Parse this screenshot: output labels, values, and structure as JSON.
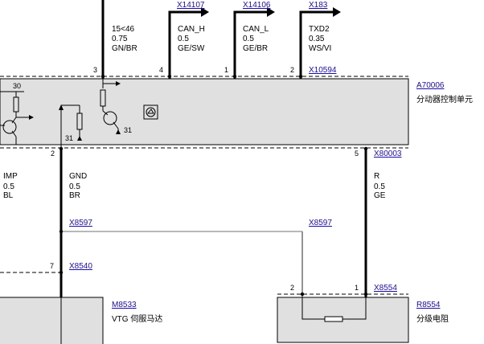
{
  "colors": {
    "module_fill": "#e0e0e0",
    "line": "#000000",
    "link": "#1a0dab",
    "thin": "#707070"
  },
  "top_connectors": {
    "c1": "X14107",
    "c2": "X14106",
    "c3": "X183",
    "module_conn": "X10594"
  },
  "wires_top": {
    "w1": {
      "signal": "15<46",
      "size": "0.75",
      "color": "GN/BR",
      "pin": "3"
    },
    "w2": {
      "signal": "CAN_H",
      "size": "0.5",
      "color": "GE/SW",
      "pin": "4"
    },
    "w3": {
      "signal": "CAN_L",
      "size": "0.5",
      "color": "GE/BR",
      "pin": "1"
    },
    "w4": {
      "signal": "TXD2",
      "size": "0.35",
      "color": "WS/VI",
      "pin": "2"
    }
  },
  "module": {
    "id": "A70006",
    "name": "分动器控制单元",
    "label_30": "30",
    "label_31a": "31",
    "label_31b": "31",
    "conn_bottom": "X80003"
  },
  "wires_bottom": {
    "imp": {
      "signal": "IMP",
      "size": "0.5",
      "color": "BL"
    },
    "gnd": {
      "signal": "GND",
      "size": "0.5",
      "color": "BR",
      "pin": "2"
    },
    "r": {
      "signal": "R",
      "size": "0.5",
      "color": "GE",
      "pin": "5"
    }
  },
  "splices": {
    "left": "X8597",
    "right": "X8597"
  },
  "connector_x8540": {
    "id": "X8540",
    "pin": "7"
  },
  "connector_x8554": {
    "id": "X8554",
    "pin_a": "2",
    "pin_b": "1"
  },
  "motor": {
    "id": "M8533",
    "name": "VTG 伺服马达"
  },
  "resistor": {
    "id": "R8554",
    "name": "分级电阻"
  }
}
